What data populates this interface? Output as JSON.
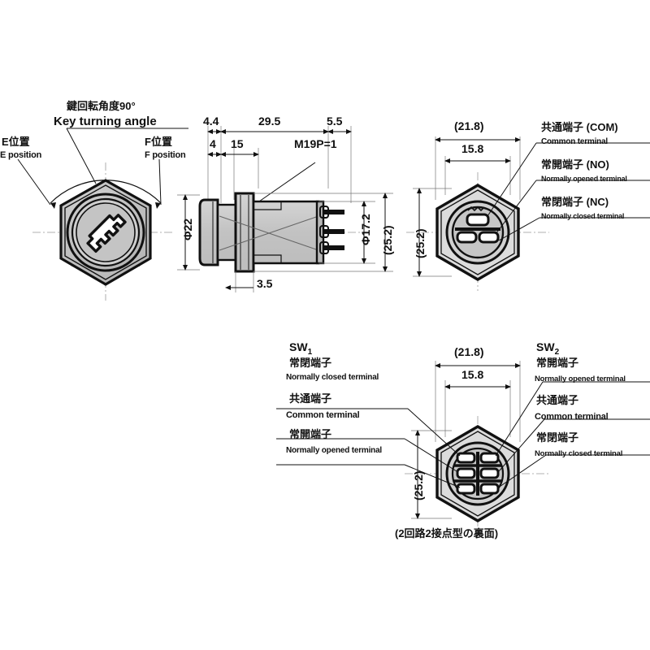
{
  "document": {
    "type": "mechanical-drawing",
    "subject": "Key selector switch dimensional drawing",
    "background_color": "#ffffff",
    "line_color": "#111111",
    "fill_gray": "#c8c8c8"
  },
  "front_view": {
    "key_angle": {
      "jp": "鍵回転角度90°",
      "en": "Key turning angle"
    },
    "e_position": {
      "jp": "E位置",
      "en": "E position"
    },
    "f_position": {
      "jp": "F位置",
      "en": "F position"
    },
    "diameter": "Φ22"
  },
  "side_view": {
    "dims_top": [
      "4.4",
      "29.5",
      "5.5"
    ],
    "dims_second": [
      "4",
      "15"
    ],
    "thread": "M19P=1",
    "dim_bottom": "3.5",
    "dim_right_inner": "Φ17.2",
    "dim_right_outer": "(25.2)"
  },
  "rear_view_single": {
    "dims": {
      "overall_width": "(21.8)",
      "flat_width": "15.8",
      "height": "(25.2)"
    },
    "terminals": [
      {
        "jp": "共通端子 (COM)",
        "en": "Common terminal"
      },
      {
        "jp": "常開端子 (NO)",
        "en": "Normally opened terminal"
      },
      {
        "jp": "常閉端子 (NC)",
        "en": "Normally closed terminal"
      }
    ]
  },
  "rear_view_double": {
    "caption": "(2回路2接点型の裏面)",
    "dims": {
      "overall_width": "(21.8)",
      "flat_width": "15.8",
      "height": "(25.2)"
    },
    "sw1": {
      "name": "SW",
      "index": "1",
      "terminals": [
        {
          "jp": "常閉端子",
          "en": "Normally closed terminal"
        },
        {
          "jp": "共通端子",
          "en": "Common terminal"
        },
        {
          "jp": "常開端子",
          "en": "Normally opened terminal"
        }
      ]
    },
    "sw2": {
      "name": "SW",
      "index": "2",
      "terminals": [
        {
          "jp": "常開端子",
          "en": "Normally opened terminal"
        },
        {
          "jp": "共通端子",
          "en": "Common terminal"
        },
        {
          "jp": "常閉端子",
          "en": "Normally closed terminal"
        }
      ]
    }
  }
}
